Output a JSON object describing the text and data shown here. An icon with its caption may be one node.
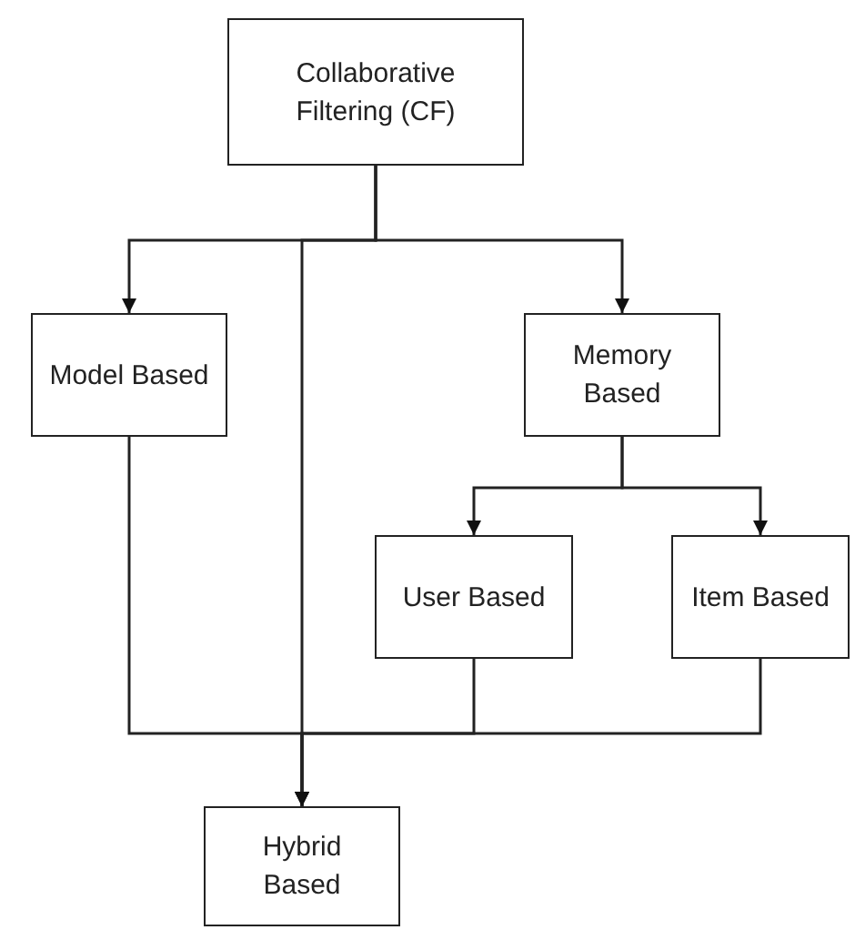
{
  "diagram": {
    "nodes": [
      {
        "text": [
          "Collaborative Filtering (CF)"
        ]
      },
      {
        "text": [
          "Model Based"
        ]
      },
      {
        "text": [
          "Memory Based"
        ]
      },
      {
        "text": [
          "User Based"
        ]
      },
      {
        "text": [
          "Item Based"
        ]
      },
      {
        "text": [
          "Hybrid Based"
        ]
      }
    ],
    "edges": [
      {
        "from": 0,
        "to": 1,
        "arrow": "to"
      },
      {
        "from": 0,
        "to": 2,
        "arrow": "to"
      },
      {
        "from": 0,
        "to": 5,
        "arrow": "to"
      },
      {
        "from": 2,
        "to": 3,
        "arrow": "to"
      },
      {
        "from": 2,
        "to": 4,
        "arrow": "to"
      },
      {
        "from": 1,
        "to": 5,
        "arrow": "to"
      },
      {
        "from": 3,
        "to": 5,
        "arrow": "to"
      },
      {
        "from": 4,
        "to": 5,
        "arrow": "to"
      }
    ]
  }
}
